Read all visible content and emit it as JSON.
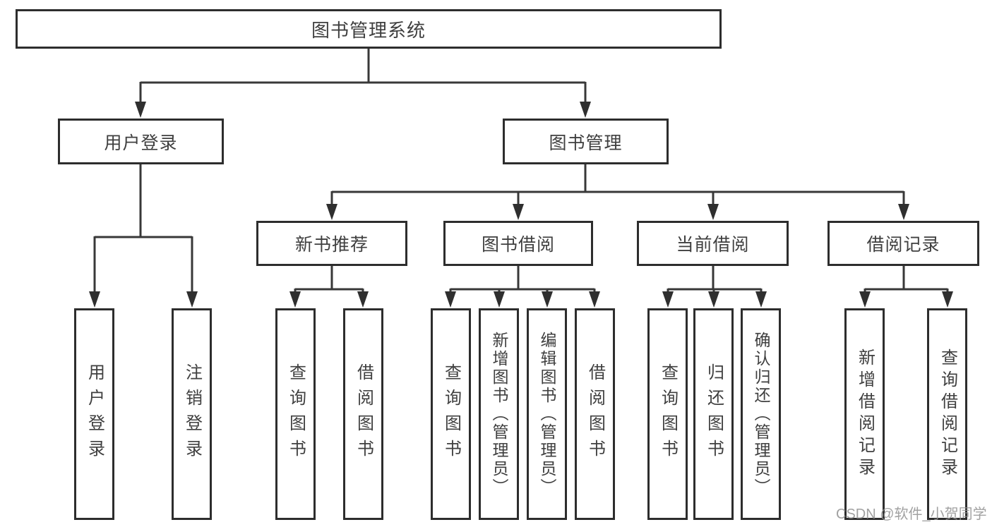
{
  "watermark": "CSDN @软件_小贺同学",
  "colors": {
    "background": "#ffffff",
    "box_border": "#2d2d2d",
    "line": "#383838",
    "text": "#3f3f3f",
    "watermark": "#919191"
  },
  "tree": {
    "root": "图书管理系统",
    "branches": [
      {
        "label": "用户登录",
        "children": [
          "用户登录",
          "注销登录"
        ]
      },
      {
        "label": "图书管理",
        "sections": [
          {
            "label": "新书推荐",
            "children": [
              "查询图书",
              "借阅图书"
            ]
          },
          {
            "label": "图书借阅",
            "children": [
              "查询图书",
              "新增图书（管理员）",
              "编辑图书（管理员）",
              "借阅图书"
            ]
          },
          {
            "label": "当前借阅",
            "children": [
              "查询图书",
              "归还图书",
              "确认归还（管理员）"
            ]
          },
          {
            "label": "借阅记录",
            "children": [
              "新增借阅记录",
              "查询借阅记录"
            ]
          }
        ]
      }
    ]
  }
}
